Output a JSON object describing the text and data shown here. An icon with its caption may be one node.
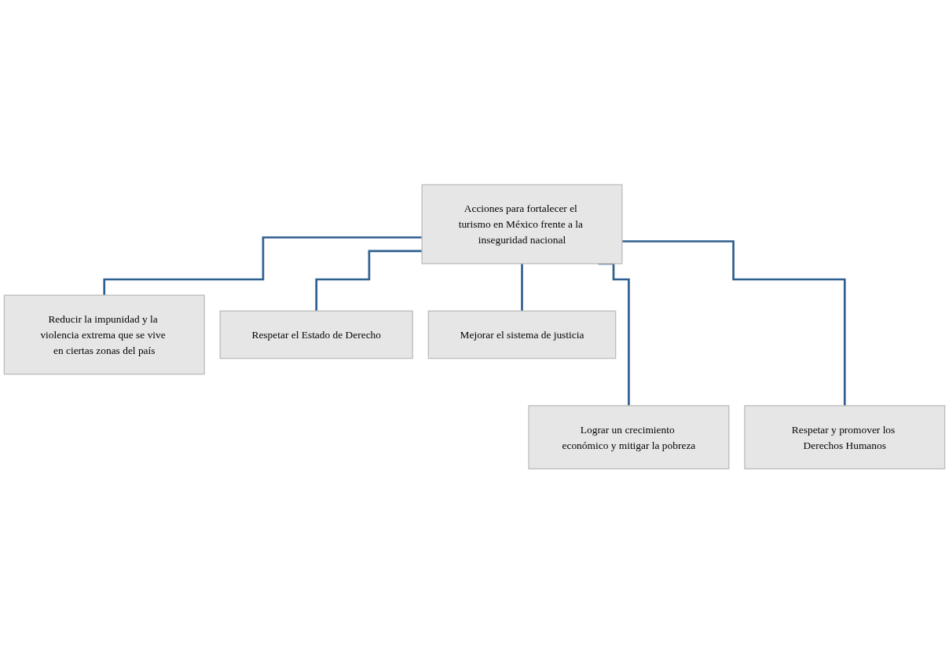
{
  "diagram": {
    "nodes": [
      {
        "text": [
          "Acciones para fortalecer el turismo en México frente a la inseguridad nacional"
        ]
      },
      {
        "text": [
          "Reducir la impunidad y la violencia extrema que se vive en ciertas zonas del país"
        ]
      },
      {
        "text": [
          "Respetar el Estado de Derecho"
        ]
      },
      {
        "text": [
          "Mejorar el sistema de justicia"
        ]
      },
      {
        "text": [
          "Lograr un crecimiento económico y mitigar la pobreza"
        ]
      },
      {
        "text": [
          "Respetar y promover los Derechos Humanos"
        ]
      }
    ],
    "edges": [
      {
        "from": 0,
        "to": 1,
        "arrow": "none"
      },
      {
        "from": 0,
        "to": 4,
        "arrow": "none"
      },
      {
        "from": 0,
        "to": 2,
        "arrow": "none"
      },
      {
        "from": 0,
        "to": 5,
        "arrow": "none"
      },
      {
        "from": 0,
        "to": 3,
        "arrow": "none"
      }
    ]
  }
}
